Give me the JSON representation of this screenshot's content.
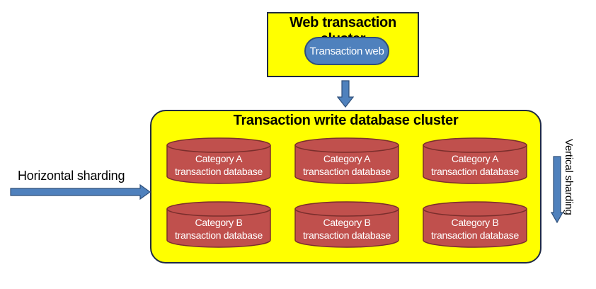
{
  "web_cluster": {
    "title": "Web transaction cluster",
    "node": "Transaction web"
  },
  "db_cluster": {
    "title": "Transaction write database cluster",
    "databases": [
      {
        "line1": "Category A",
        "line2": "transaction database"
      },
      {
        "line1": "Category A",
        "line2": "transaction database"
      },
      {
        "line1": "Category A",
        "line2": "transaction database"
      },
      {
        "line1": "Category B",
        "line2": "transaction database"
      },
      {
        "line1": "Category B",
        "line2": "transaction database"
      },
      {
        "line1": "Category B",
        "line2": "transaction database"
      }
    ]
  },
  "labels": {
    "horizontal": "Horizontal sharding",
    "vertical": "Vertical sharding"
  },
  "colors": {
    "cluster_fill": "#ffff00",
    "node_fill": "#4f81bd",
    "db_fill": "#c0504d",
    "arrow": "#4f81bd"
  }
}
